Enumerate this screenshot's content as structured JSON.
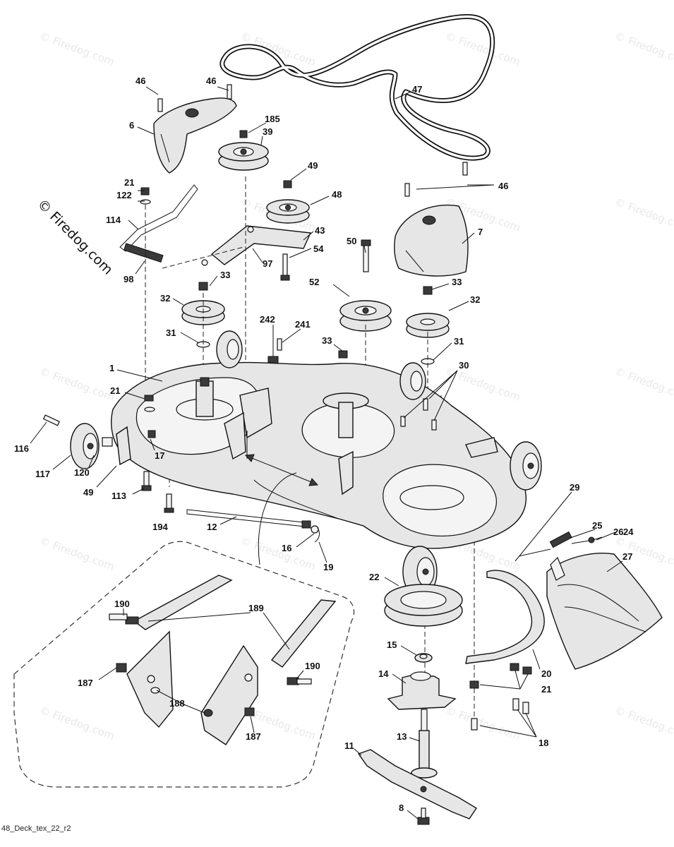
{
  "diagram": {
    "footer_code": "48_Deck_tex_22_r2",
    "watermark_text": "© Firedog.com",
    "callouts": [
      "46",
      "46",
      "6",
      "185",
      "39",
      "47",
      "49",
      "48",
      "21",
      "122",
      "114",
      "98",
      "43",
      "54",
      "97",
      "33",
      "32",
      "31",
      "50",
      "46",
      "7",
      "52",
      "33",
      "32",
      "31",
      "242",
      "241",
      "33",
      "30",
      "1",
      "21",
      "17",
      "116",
      "117",
      "120",
      "49",
      "113",
      "194",
      "12",
      "16",
      "19",
      "29",
      "25",
      "26",
      "24",
      "27",
      "22",
      "15",
      "14",
      "13",
      "11",
      "8",
      "20",
      "21",
      "18",
      "190",
      "189",
      "190",
      "187",
      "188",
      "187"
    ]
  }
}
